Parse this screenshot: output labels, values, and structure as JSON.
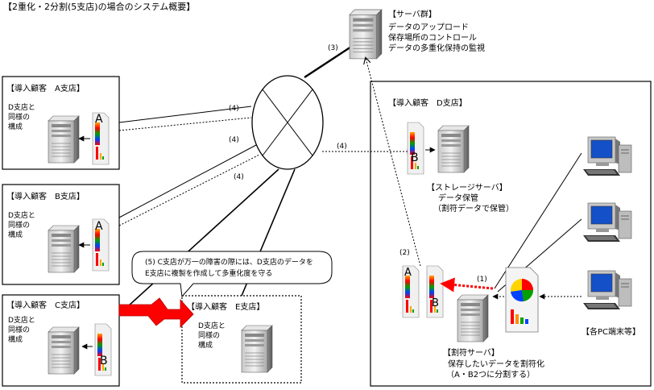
{
  "title": "【2重化・2分割(5支店)の場合のシステム概要】",
  "server_group": {
    "title": "【サーバ群】",
    "lines": [
      "データのアップロード",
      "保存場所のコントロール",
      "データの多重化保持の監視"
    ],
    "link_label": "(3)"
  },
  "branch_a": {
    "title": "【導入顧客　A支店】",
    "desc": [
      "D支店と",
      "同様の",
      "構成"
    ],
    "letter": "A",
    "link_label": "(4)"
  },
  "branch_b": {
    "title": "【導入顧客　B支店】",
    "desc": [
      "D支店と",
      "同様の",
      "構成"
    ],
    "letter": "A",
    "link_label": "(4)"
  },
  "branch_c": {
    "title": "【導入顧客　C支店】",
    "desc": [
      "D支店と",
      "同様の",
      "構成"
    ],
    "letter": "B",
    "link_label": "(4)"
  },
  "branch_e": {
    "title": "【導入顧客　E支店】",
    "desc": [
      "D支店と",
      "同様の",
      "構成"
    ]
  },
  "branch_d": {
    "title": "【導入顧客　D支店】",
    "storage_server": {
      "title": "【ストレージサーバ】",
      "lines": [
        "データ保管",
        "（割符データで保管）"
      ]
    },
    "tally_server": {
      "title": "【割符サーバ】",
      "lines": [
        "保存したいデータを割符化",
        "（A・B2つに分割する）"
      ]
    },
    "pc_label": "【各PC端末等】",
    "storage_letter": "B",
    "tally_letters": [
      "A",
      "B"
    ],
    "label_1": "(1)",
    "label_2": "(2)",
    "label_4": "(4)"
  },
  "callout": {
    "lines": [
      "(5) C支店が万一の障害の際には、D支店のデータを",
      "E支店に複製を作成して多重化度を守る"
    ]
  },
  "colors": {
    "red": "#ff0000",
    "black": "#000000"
  }
}
